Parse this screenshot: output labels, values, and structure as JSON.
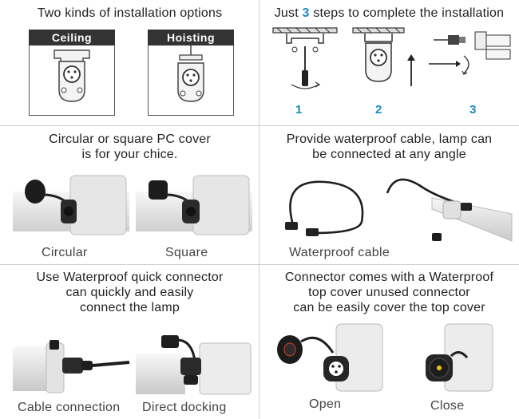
{
  "panels": {
    "install_options": {
      "title": "Two kinds of installation options",
      "ceiling_label": "Ceiling",
      "hoisting_label": "Hoisting"
    },
    "install_steps": {
      "title_prefix": "Just",
      "title_number": "3",
      "title_suffix": "steps to complete the installation",
      "step1": "1",
      "step2": "2",
      "step3": "3"
    },
    "pc_cover": {
      "title_line1": "Circular or square PC cover",
      "title_line2": "is for your chice.",
      "caption_left": "Circular",
      "caption_right": "Square"
    },
    "waterproof_cable": {
      "title_line1": "Provide waterproof cable, lamp can",
      "title_line2": "be connected at any angle",
      "caption": "Waterproof cable"
    },
    "quick_connector": {
      "title_line1": "Use Waterproof quick connector",
      "title_line2": "can quickly and easily",
      "title_line3": "connect the lamp",
      "caption_left": "Cable connection",
      "caption_right": "Direct docking"
    },
    "top_cover": {
      "title_line1": "Connector comes with a Waterproof",
      "title_line2": "top cover unused connector",
      "title_line3": "can be easily cover the top cover",
      "caption_left": "Open",
      "caption_right": "Close"
    }
  },
  "colors": {
    "accent": "#1a87c9",
    "tag_bg": "#333333",
    "divider": "#cfcfcf"
  }
}
